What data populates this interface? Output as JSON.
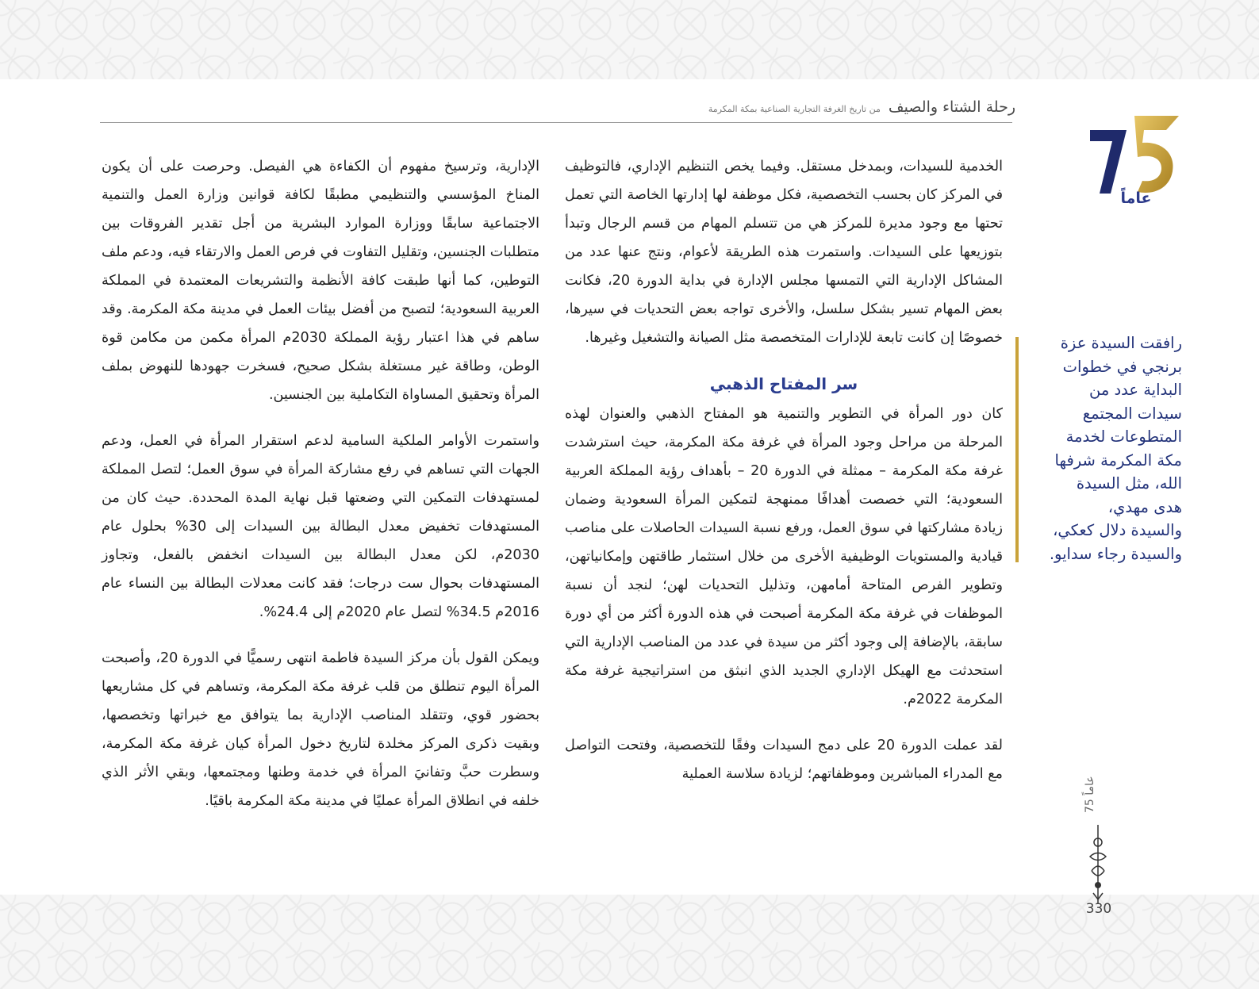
{
  "header": {
    "title": "رحلة الشتاء والصيف",
    "subtitle": "من تاريخ الغرفة التجارية الصناعية بمكة المكرمة"
  },
  "logo": {
    "number": "75",
    "word": "عاماً",
    "colors": {
      "navy": "#1f2a6b",
      "gold": "#c9a23a"
    }
  },
  "quote": {
    "lines": [
      "رافقت السيدة عزة",
      "برنجي في خطوات",
      "البداية عدد من",
      "سيدات المجتمع",
      "المتطوعات لخدمة",
      "مكة المكرمة شرفها",
      "الله، مثل السيدة",
      "هدى مهدي،",
      "والسيدة دلال كعكي،",
      "والسيدة رجاء سدايو."
    ]
  },
  "side_label": "75 عاماً",
  "page_number": "330",
  "column_middle": {
    "p1": "الخدمية للسيدات، وبمدخل مستقل. وفيما يخص التنظيم الإداري، فالتوظيف في المركز كان بحسب التخصصية، فكل موظفة لها إدارتها الخاصة التي تعمل تحتها مع وجود مديرة للمركز هي من تتسلم المهام من قسم الرجال وتبدأ بتوزيعها على السيدات. واستمرت هذه الطريقة لأعوام، ونتج عنها عدد من المشاكل الإدارية التي التمسها مجلس الإدارة في بداية الدورة 20، فكانت بعض المهام تسير بشكل سلسل، والأخرى تواجه بعض التحديات في سيرها، خصوصًا إن كانت تابعة للإدارات المتخصصة مثل الصيانة والتشغيل وغيرها.",
    "heading": "سر المفتاح الذهبي",
    "p2": "كان دور المرأة في التطوير والتنمية هو المفتاح الذهبي والعنوان لهذه المرحلة من مراحل وجود المرأة في غرفة مكة المكرمة، حيث استرشدت غرفة مكة المكرمة – ممثلة في الدورة 20 – بأهداف رؤية المملكة العربية السعودية؛ التي خصصت أهدافًا ممنهجة لتمكين المرأة السعودية وضمان زيادة مشاركتها في سوق العمل، ورفع نسبة السيدات الحاصلات على مناصب قيادية والمستويات الوظيفية الأخرى من خلال استثمار طاقتهن وإمكانياتهن، وتطوير الفرص المتاحة أمامهن، وتذليل التحديات لهن؛ لنجد أن نسبة الموظفات في غرفة مكة المكرمة أصبحت في هذه الدورة أكثر من أي دورة سابقة، بالإضافة إلى وجود أكثر من سيدة في عدد من المناصب الإدارية التي استحدثت مع الهيكل الإداري الجديد الذي انبثق من استراتيجية غرفة مكة المكرمة 2022م.",
    "p3": "لقد عملت الدورة 20 على دمج السيدات وفقًا للتخصصية، وفتحت التواصل مع المدراء المباشرين وموظفاتهم؛ لزيادة سلاسة العملية"
  },
  "column_left": {
    "p1": "الإدارية، وترسيخ مفهوم أن الكفاءة هي الفيصل. وحرصت على أن يكون المناخ المؤسسي والتنظيمي مطبقًا لكافة قوانين وزارة العمل والتنمية الاجتماعية سابقًا ووزارة الموارد البشرية من أجل تقدير الفروقات بين متطلبات الجنسين، وتقليل التفاوت في فرص العمل والارتقاء فيه، ودعم ملف التوطين، كما أنها طبقت كافة الأنظمة والتشريعات المعتمدة في المملكة العربية السعودية؛ لتصبح من أفضل بيئات العمل في مدينة مكة المكرمة. وقد ساهم في هذا اعتبار رؤية المملكة 2030م المرأة مكمن من مكامن قوة الوطن، وطاقة غير مستغلة بشكل صحيح، فسخرت جهودها للنهوض بملف المرأة وتحقيق المساواة التكاملية بين الجنسين.",
    "p2": "واستمرت الأوامر الملكية السامية لدعم استقرار المرأة في العمل، ودعم الجهات التي تساهم في رفع مشاركة المرأة في سوق العمل؛ لتصل المملكة لمستهدفات التمكين التي وضعتها قبل نهاية المدة المحددة. حيث كان من المستهدفات تخفيض معدل البطالة بين السيدات إلى 30% بحلول عام 2030م، لكن معدل البطالة بين السيدات انخفض بالفعل، وتجاوز المستهدفات بحوال ست درجات؛ فقد كانت معدلات البطالة بين النساء عام 2016م 34.5% لتصل عام 2020م إلى 24.4%.",
    "p3": "ويمكن القول بأن مركز السيدة فاطمة انتهى رسميًّا في الدورة 20، وأصبحت المرأة اليوم تنطلق من قلب غرفة مكة المكرمة، وتساهم في كل مشاريعها بحضور قوي، وتتقلد المناصب الإدارية بما يتوافق مع خبراتها وتخصصها، وبقيت ذكرى المركز مخلدة لتاريخ دخول المرأة كيان غرفة مكة المكرمة، وسطرت حبَّ وتفانيَ المرأة في خدمة وطنها ومجتمعها، وبقي الأثر الذي خلفه في انطلاق المرأة عمليًا في مدينة مكة المكرمة باقيًا."
  }
}
